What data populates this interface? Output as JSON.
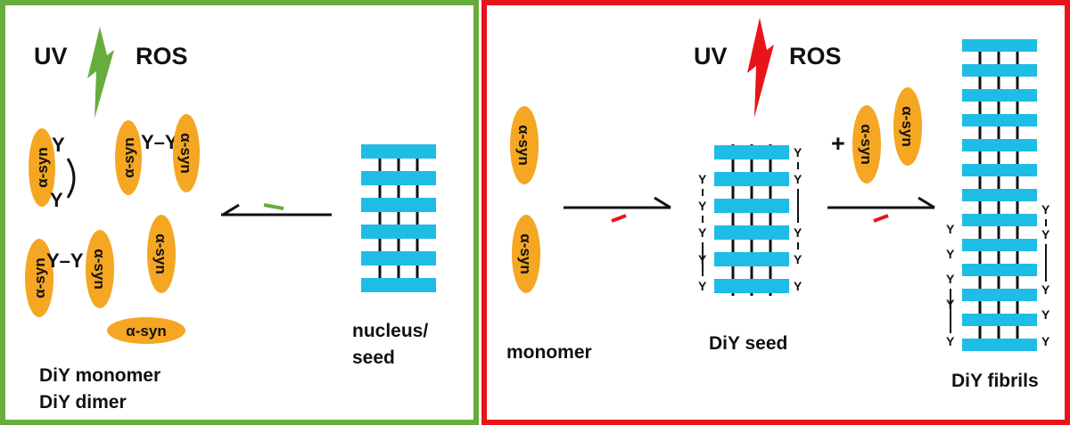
{
  "left_panel": {
    "border_color": "#66ad3d",
    "bolt_color": "#66ad3d",
    "uv": "UV",
    "ros": "ROS",
    "syn_label": "α-syn",
    "y_label": "Y",
    "yy_label": "Y–Y",
    "caption_line1": "DiY monomer",
    "caption_line2": "DiY dimer",
    "seed_line1": "nucleus/",
    "seed_line2": "seed",
    "arrow_accent": "#66ad3d"
  },
  "right_panel": {
    "border_color": "#e8141a",
    "bolt_color": "#e8141a",
    "uv": "UV",
    "ros": "ROS",
    "syn_label": "α-syn",
    "plus": "+",
    "monomer_label": "monomer",
    "seed_label": "DiY seed",
    "fibrils_label": "DiY fibrils",
    "arrow_accent": "#e8141a"
  },
  "colors": {
    "syn_fill": "#f5a623",
    "bar_fill": "#1dbde6",
    "line": "#111111"
  }
}
